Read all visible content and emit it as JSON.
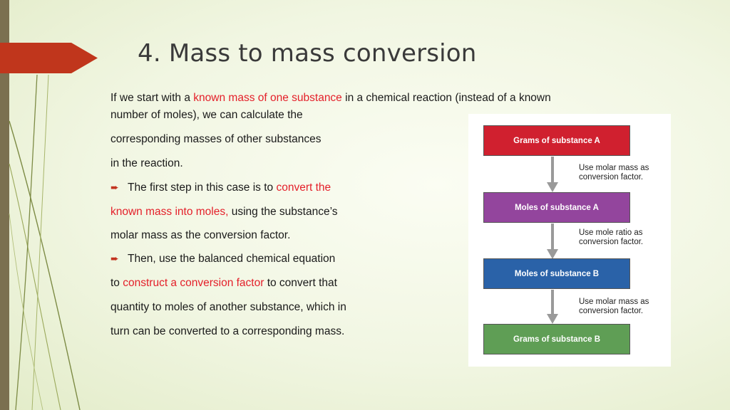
{
  "slide": {
    "title": "4. Mass to mass conversion",
    "lines": [
      [
        "If we start with a ",
        "known mass of one substance",
        " in a chemical reaction (instead of a known"
      ],
      "number of moles), we can calculate the",
      " corresponding masses of other substances",
      " in the reaction.",
      [
        "The first step in this case is to ",
        "convert the"
      ],
      [
        "known mass into moles,",
        " using the substance’s"
      ],
      "molar mass as the conversion factor.",
      "Then, use the balanced chemical equation",
      [
        "to ",
        "construct a conversion factor",
        " to convert that"
      ],
      "quantity to moles of another substance, which in",
      " turn can be converted to a corresponding mass."
    ]
  },
  "flowchart": {
    "boxes": [
      {
        "label": "Grams of substance A",
        "color": "#d0202f"
      },
      {
        "label": "Moles of substance A",
        "color": "#93459d"
      },
      {
        "label": "Moles of substance B",
        "color": "#2a62a8"
      },
      {
        "label": "Grams of substance B",
        "color": "#5f9e55"
      }
    ],
    "notes": [
      {
        "line1": "Use molar mass as",
        "line2": "conversion factor."
      },
      {
        "line1": "Use mole ratio as",
        "line2": "conversion factor."
      },
      {
        "line1": "Use molar mass as",
        "line2": "conversion factor."
      }
    ]
  },
  "colors": {
    "accent_red": "#e4202a",
    "title_arrow": "#c0361c",
    "left_bar": "#7b7050",
    "bullet_arrow": "#c2331f"
  },
  "icons": {
    "bullet": "right-arrow-bullet-icon",
    "flow_arrow": "down-arrow-icon"
  }
}
